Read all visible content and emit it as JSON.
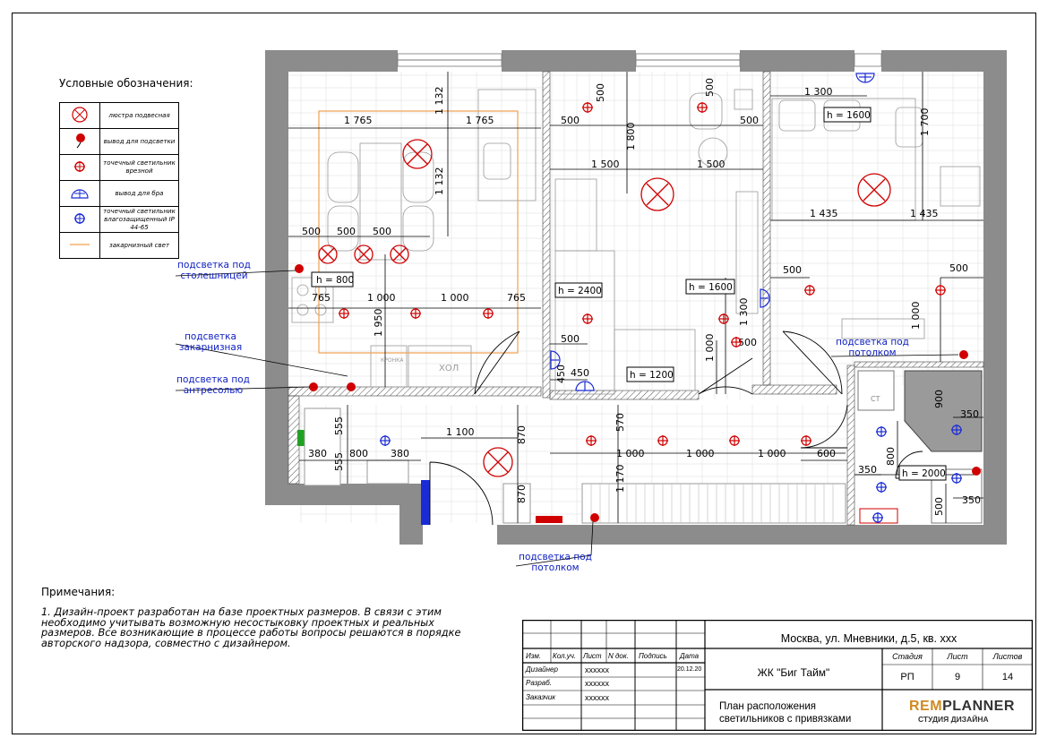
{
  "legend": {
    "title": "Условные обозначения:",
    "items": [
      {
        "icon": "pendant-chandelier-icon",
        "label": "люстра подвесная"
      },
      {
        "icon": "lighting-outlet-icon",
        "label": "вывод для подсветки"
      },
      {
        "icon": "recessed-spotlight-icon",
        "label": "точечный светильник врезной"
      },
      {
        "icon": "sconce-outlet-icon",
        "label": "вывод для бра"
      },
      {
        "icon": "waterproof-spotlight-icon",
        "label": "точечный светильник влагозащищенный IP 44-65"
      },
      {
        "icon": "cornice-light-icon",
        "label": "закарнизный свет"
      }
    ]
  },
  "annotations": {
    "worktop": "подсветка под столешницей",
    "cornice": "подсветка закарнизная",
    "mezzanine": "подсветка под антресолью",
    "ceiling_bath": "подсветка под потолком",
    "ceiling_hall": "подсветка под потолком"
  },
  "heights": {
    "h800": "h = 800",
    "h2400": "h = 2400",
    "h1600a": "h = 1600",
    "h1600b": "h = 1600",
    "h1200": "h = 1200",
    "h2000": "h = 2000"
  },
  "dims": {
    "d1765a": "1 765",
    "d1765b": "1 765",
    "d1132a": "1 132",
    "d1132b": "1 132",
    "d500a": "500",
    "d500b": "500",
    "d500c": "500",
    "d765a": "765",
    "d1000a": "1 000",
    "d1000b": "1 000",
    "d765b": "765",
    "d1950": "1 950",
    "d500k1": "500",
    "d500k2": "500",
    "d1800": "1 800",
    "d1500a": "1 500",
    "d1500b": "1 500",
    "d500k3": "500",
    "d500k4": "500",
    "d450a": "450",
    "d450b": "450",
    "d500k5": "500",
    "d1300v": "1 300",
    "d1000v": "1 000",
    "d1300": "1 300",
    "d1700": "1 700",
    "d1435a": "1 435",
    "d1435b": "1 435",
    "d500r1": "500",
    "d500r2": "500",
    "d1000r": "1 000",
    "d500r3": "500",
    "d900": "900",
    "d350a": "350",
    "d350b": "350",
    "d350c": "350",
    "d800r": "800",
    "d500r4": "500",
    "d555a": "555",
    "d555b": "555",
    "d380a": "380",
    "d800": "800",
    "d380b": "380",
    "d1100": "1 100",
    "d870a": "870",
    "d870b": "870",
    "d570": "570",
    "d1170": "1 170",
    "d1000c": "1 000",
    "d1000d": "1 000",
    "d1000e": "1 000",
    "d600": "600"
  },
  "room_labels": {
    "hol": "ХОЛ",
    "st": "СТ",
    "shelf": "КРОНКА"
  },
  "notes": {
    "title": "Примечания:",
    "text": "1. Дизайн-проект разработан на базе проектных размеров. В связи с этим необходимо учитывать возможную несостыковку проектных и реальных размеров. Все возникающие в процессе работы вопросы решаются в порядке авторского надзора, совместно с дизайнером."
  },
  "stamp": {
    "headers": [
      "Изм.",
      "Кол.уч.",
      "Лист",
      "N док.",
      "Подпись",
      "Дата"
    ],
    "rows": [
      {
        "role": "Дизайнер",
        "name": "xxxxxx",
        "date": "20.12.20"
      },
      {
        "role": "Разраб.",
        "name": "xxxxxx",
        "date": ""
      },
      {
        "role": "Заказчик",
        "name": "xxxxxx",
        "date": ""
      }
    ],
    "address": "Москва, ул. Мневники, д.5, кв. xxx",
    "complex": "ЖК \"Биг Тайм\"",
    "stage_label": "Стадия",
    "sheet_label": "Лист",
    "sheets_label": "Листов",
    "stage": "РП",
    "sheet": "9",
    "sheets": "14",
    "drawing_title": "План расположения светильников с привязками",
    "logo_rem": "REM",
    "logo_planner": "PLANNER",
    "logo_sub": "СТУДИЯ ДИЗАЙНА"
  },
  "colors": {
    "red": "#d00000",
    "blue": "#1a2bd6",
    "orange": "#f0a050",
    "wall": "#8c8c8c"
  }
}
